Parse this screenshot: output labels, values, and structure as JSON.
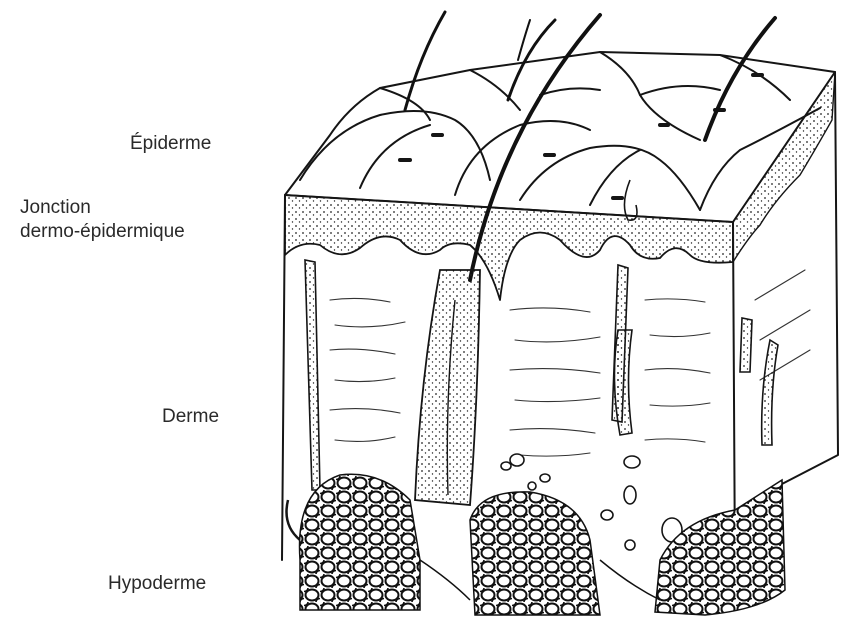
{
  "labels": {
    "epiderme": "Épiderme",
    "jonction_line1": "Jonction",
    "jonction_line2": "dermo-épidermique",
    "derme": "Derme",
    "hypoderme": "Hypoderme"
  },
  "colors": {
    "ink": "#151515",
    "paper": "#ffffff"
  }
}
